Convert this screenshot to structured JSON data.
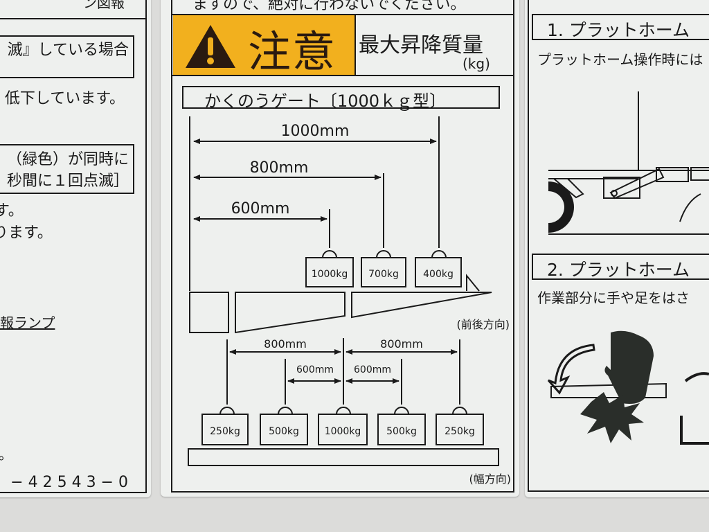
{
  "left_label": {
    "top_cut": "ン図報",
    "boxed_1": "滅』している場合",
    "line_1": "低下しています。",
    "boxed_2a": "（緑色）が同時に",
    "boxed_2b": "秒間に１回点滅］",
    "line_2": "す。",
    "line_3": "ります。",
    "lamp_heading": "報ランプ",
    "line_4": "。",
    "part_number": "−42543−0"
  },
  "center_label": {
    "top_cut": "ますので、絶対に行わないでください。",
    "caution_word": "注意",
    "caution_color": "#f2b01e",
    "max_load_title": "最大昇降質量",
    "max_load_unit": "(kg)",
    "gate_title": "かくのうゲート〔1000ｋｇ型〕",
    "front_back": {
      "dims": [
        "1000mm",
        "800mm",
        "600mm"
      ],
      "weights": [
        "1000kg",
        "700kg",
        "400kg"
      ],
      "direction": "(前後方向)"
    },
    "width_dir": {
      "dims_outer": [
        "800mm",
        "800mm"
      ],
      "dims_inner": [
        "600mm",
        "600mm"
      ],
      "weights": [
        "250kg",
        "500kg",
        "1000kg",
        "500kg",
        "250kg"
      ],
      "direction": "(幅方向)"
    }
  },
  "right_label": {
    "section_1_title": "1. プラットホーム",
    "section_1_text": "プラットホーム操作時には",
    "section_2_title": "2. プラットホーム",
    "section_2_text": "作業部分に手や足をはさ"
  }
}
